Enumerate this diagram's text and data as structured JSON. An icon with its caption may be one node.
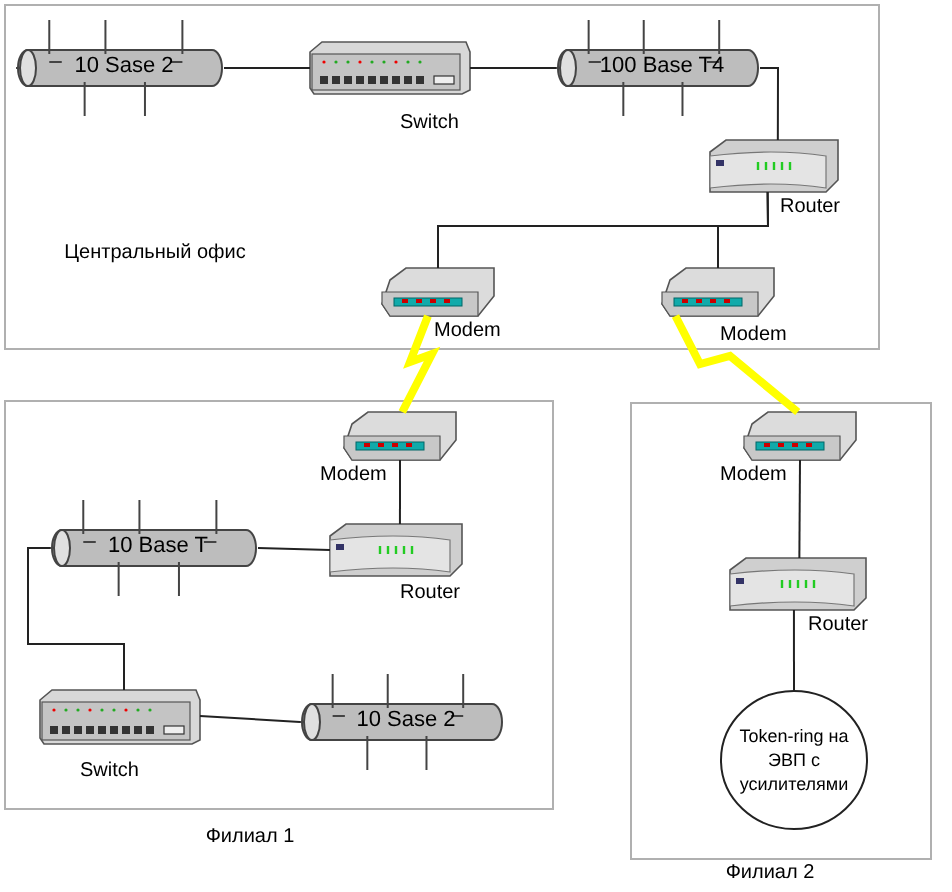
{
  "diagram": {
    "nodes": [
      {
        "text": [
          "Центральный офис"
        ]
      },
      {
        "text": [
          "10 Sase 2"
        ],
        "in": 0
      },
      {
        "text": [
          "Switch"
        ],
        "in": 0
      },
      {
        "text": [
          "100 Base T4"
        ],
        "in": 0
      },
      {
        "text": [
          "Router"
        ],
        "in": 0
      },
      {
        "text": [
          "Modem"
        ],
        "in": 0
      },
      {
        "text": [
          "Modem"
        ],
        "in": 0
      },
      {
        "text": [
          "Филиал 1"
        ]
      },
      {
        "text": [
          "Modem"
        ],
        "in": 7
      },
      {
        "text": [
          "10 Base T"
        ],
        "in": 7
      },
      {
        "text": [
          "Router"
        ],
        "in": 7
      },
      {
        "text": [
          "Switch"
        ],
        "in": 7
      },
      {
        "text": [
          "10 Sase 2"
        ],
        "in": 7
      },
      {
        "text": [
          "Филиал 2"
        ]
      },
      {
        "text": [
          "Modem"
        ],
        "in": 13
      },
      {
        "text": [
          "Router"
        ],
        "in": 13
      },
      {
        "text": [
          "Token-ring на ЭВП с усилителями"
        ],
        "in": 13
      }
    ],
    "edges": [
      {
        "from": 1,
        "to": 2,
        "arrow": "none"
      },
      {
        "from": 2,
        "to": 3,
        "arrow": "none"
      },
      {
        "from": 3,
        "to": 4,
        "arrow": "none"
      },
      {
        "from": 4,
        "to": 5,
        "arrow": "none"
      },
      {
        "from": 4,
        "to": 6,
        "arrow": "none"
      },
      {
        "from": 5,
        "to": 8,
        "arrow": "none",
        "style": "thick",
        "color": "#ffff00"
      },
      {
        "from": 6,
        "to": 14,
        "arrow": "none",
        "style": "thick",
        "color": "#ffff00"
      },
      {
        "from": 8,
        "to": 10,
        "arrow": "none"
      },
      {
        "from": 10,
        "to": 9,
        "arrow": "none"
      },
      {
        "from": 9,
        "to": 11,
        "arrow": "none"
      },
      {
        "from": 11,
        "to": 12,
        "arrow": "none"
      },
      {
        "from": 14,
        "to": 15,
        "arrow": "none"
      },
      {
        "from": 15,
        "to": 16,
        "arrow": "none"
      }
    ]
  }
}
